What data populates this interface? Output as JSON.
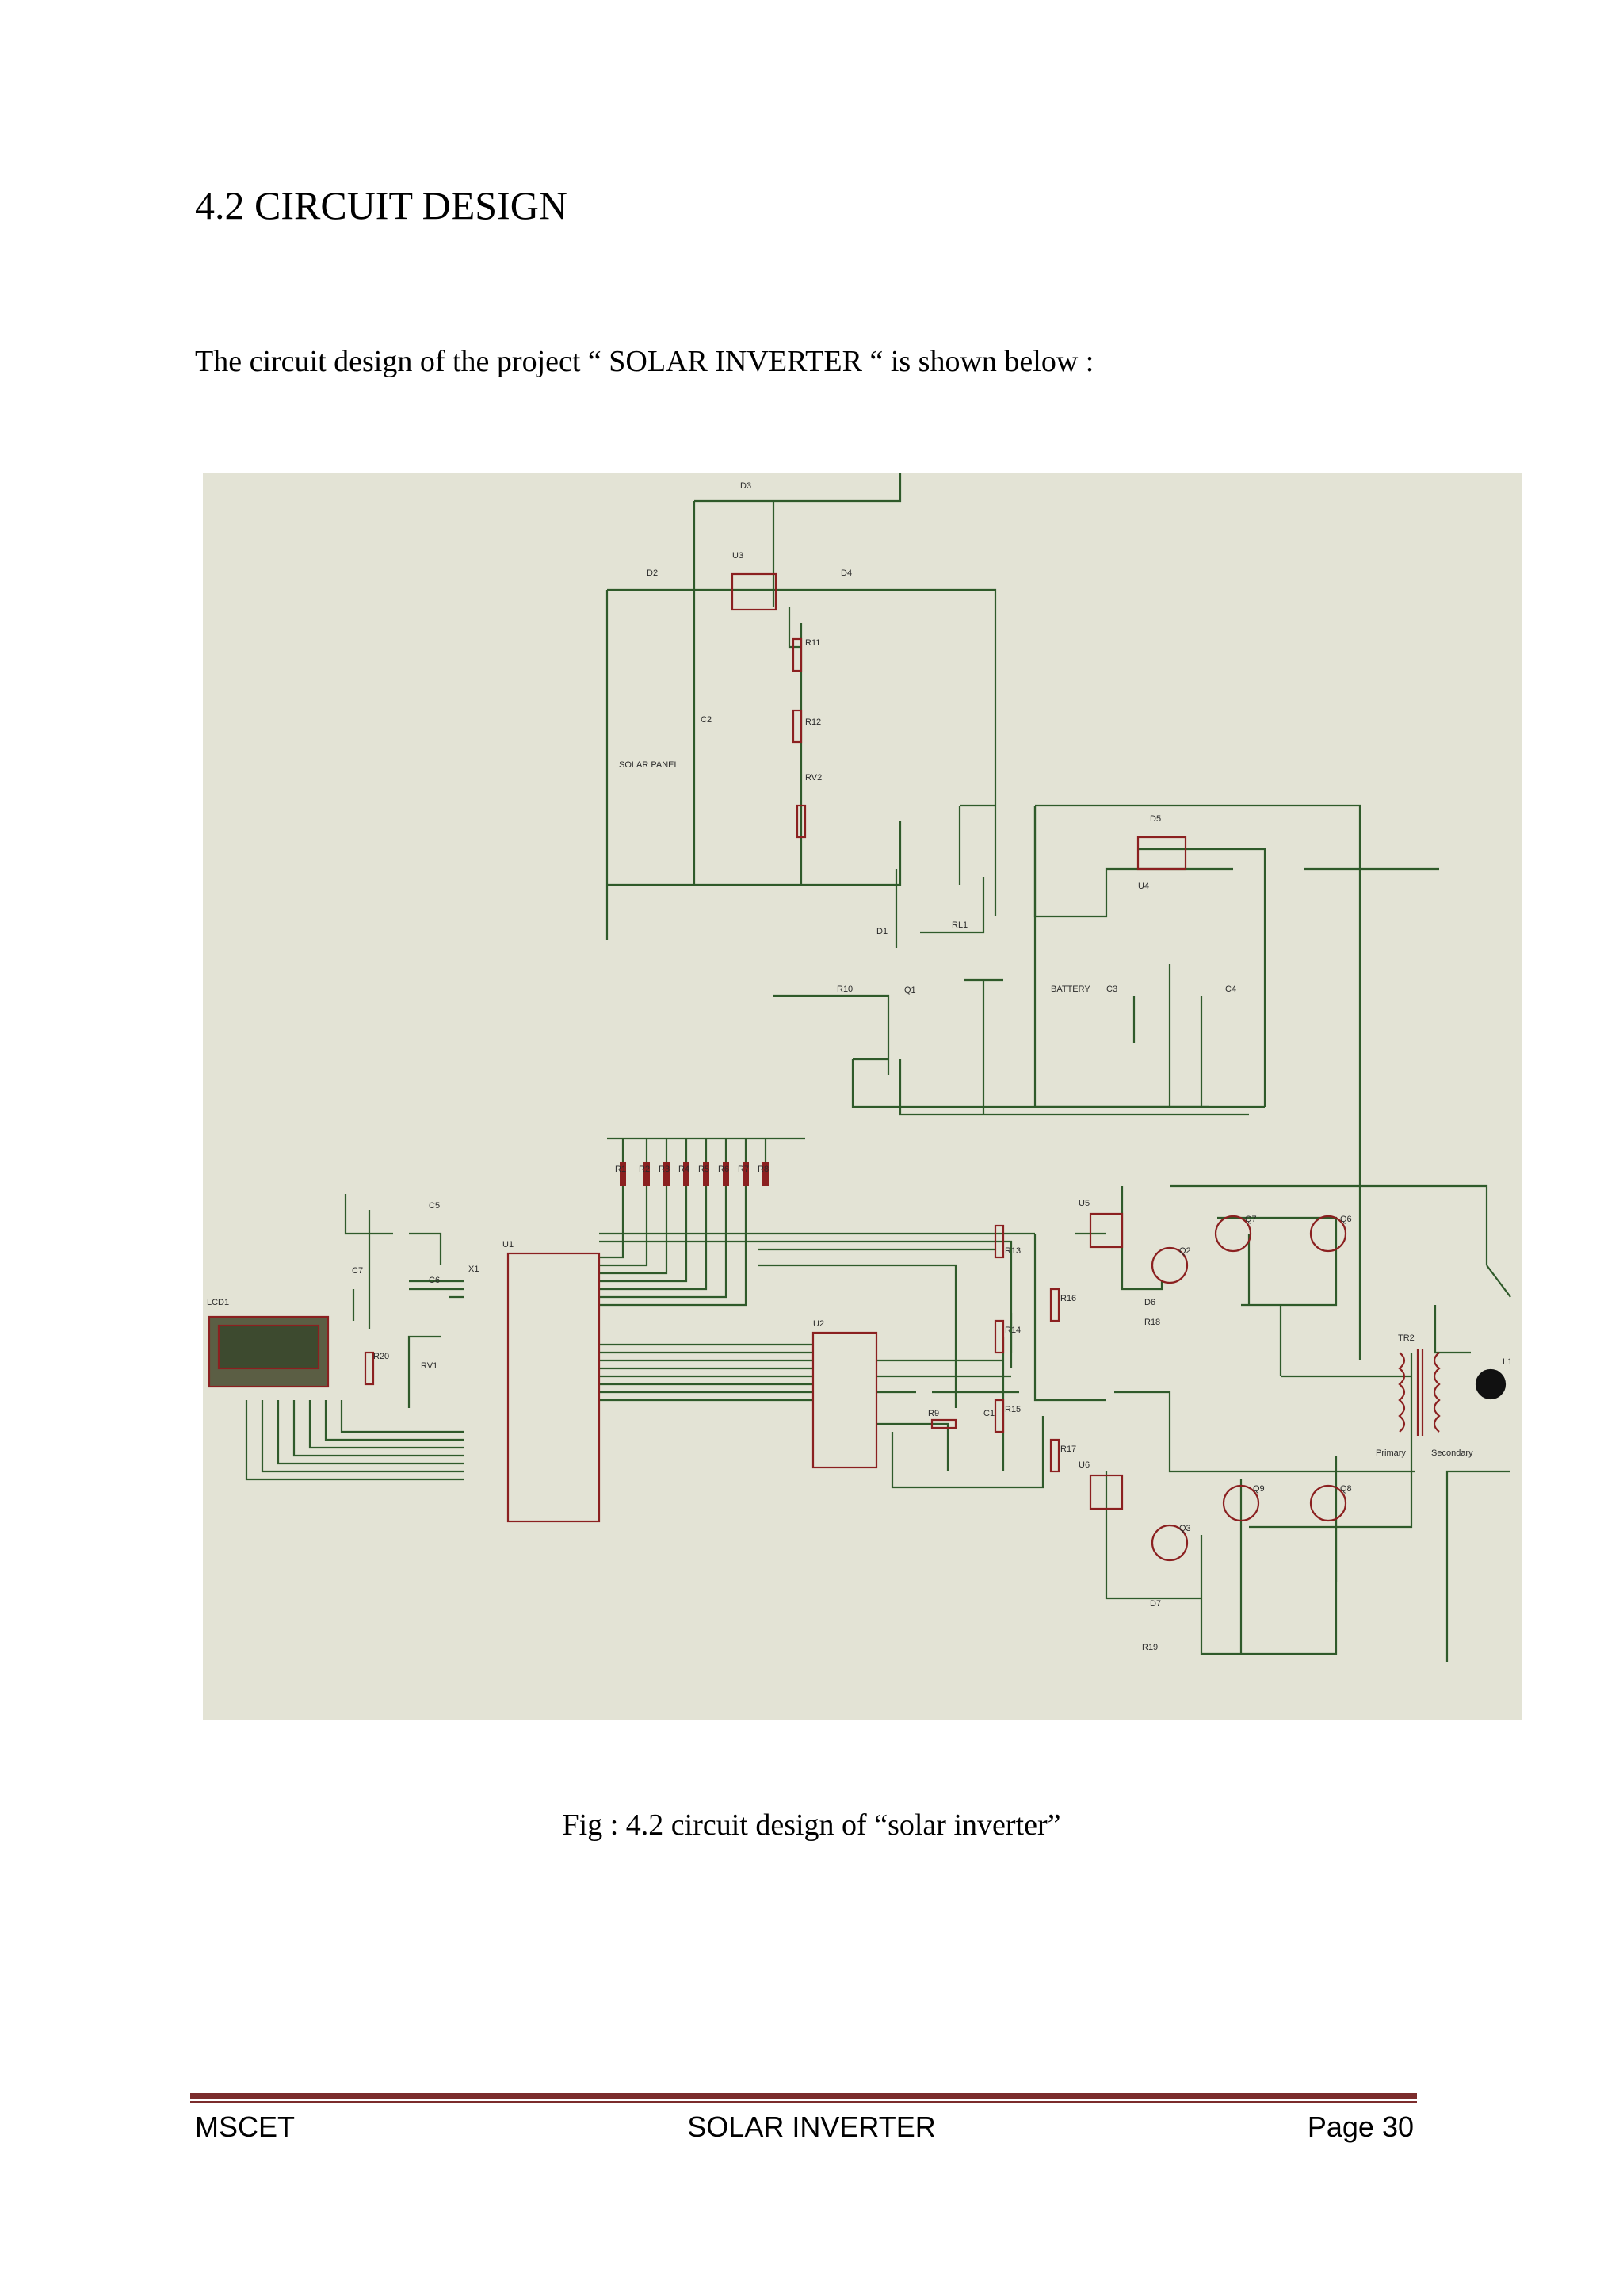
{
  "heading": "4.2 CIRCUIT DESIGN",
  "intro": "The circuit design of the project “ SOLAR INVERTER “ is shown below :",
  "caption": "Fig : 4.2 circuit design of “solar inverter”",
  "footer": {
    "left": "MSCET",
    "center": "SOLAR INVERTER",
    "right": "Page 30"
  },
  "schematic": {
    "labels": {
      "d3": "D3",
      "d2": "D2",
      "u3": "U3",
      "d4": "D4",
      "r11": "R11",
      "r12": "R12",
      "rv2": "RV2",
      "c2": "C2",
      "solar_panel": "SOLAR PANEL",
      "d5": "D5",
      "u4": "U4",
      "d1": "D1",
      "rl1": "RL1",
      "q1": "Q1",
      "r10": "R10",
      "battery": "BATTERY",
      "c3": "C3",
      "c4": "C4",
      "r1": "R1",
      "r2": "R2",
      "r3": "R3",
      "r4": "R4",
      "r5": "R5",
      "r6": "R6",
      "r7": "R7",
      "r8": "R8",
      "u1": "U1",
      "u2": "U2",
      "c5": "C5",
      "x1": "X1",
      "c6": "C6",
      "c7": "C7",
      "lcd1": "LCD1",
      "r20": "R20",
      "rv1": "RV1",
      "r9": "R9",
      "c1": "C1",
      "r13": "R13",
      "r14": "R14",
      "r15": "R15",
      "r16": "R16",
      "r17": "R17",
      "u5": "U5",
      "u6": "U6",
      "q2": "Q2",
      "q7": "Q7",
      "q6": "Q6",
      "q3": "Q3",
      "q9": "Q9",
      "q8": "Q8",
      "d6": "D6",
      "d7": "D7",
      "r18": "R18",
      "r19": "R19",
      "tr2": "TR2",
      "l1": "L1",
      "primary": "Primary",
      "secondary": "Secondary"
    }
  }
}
